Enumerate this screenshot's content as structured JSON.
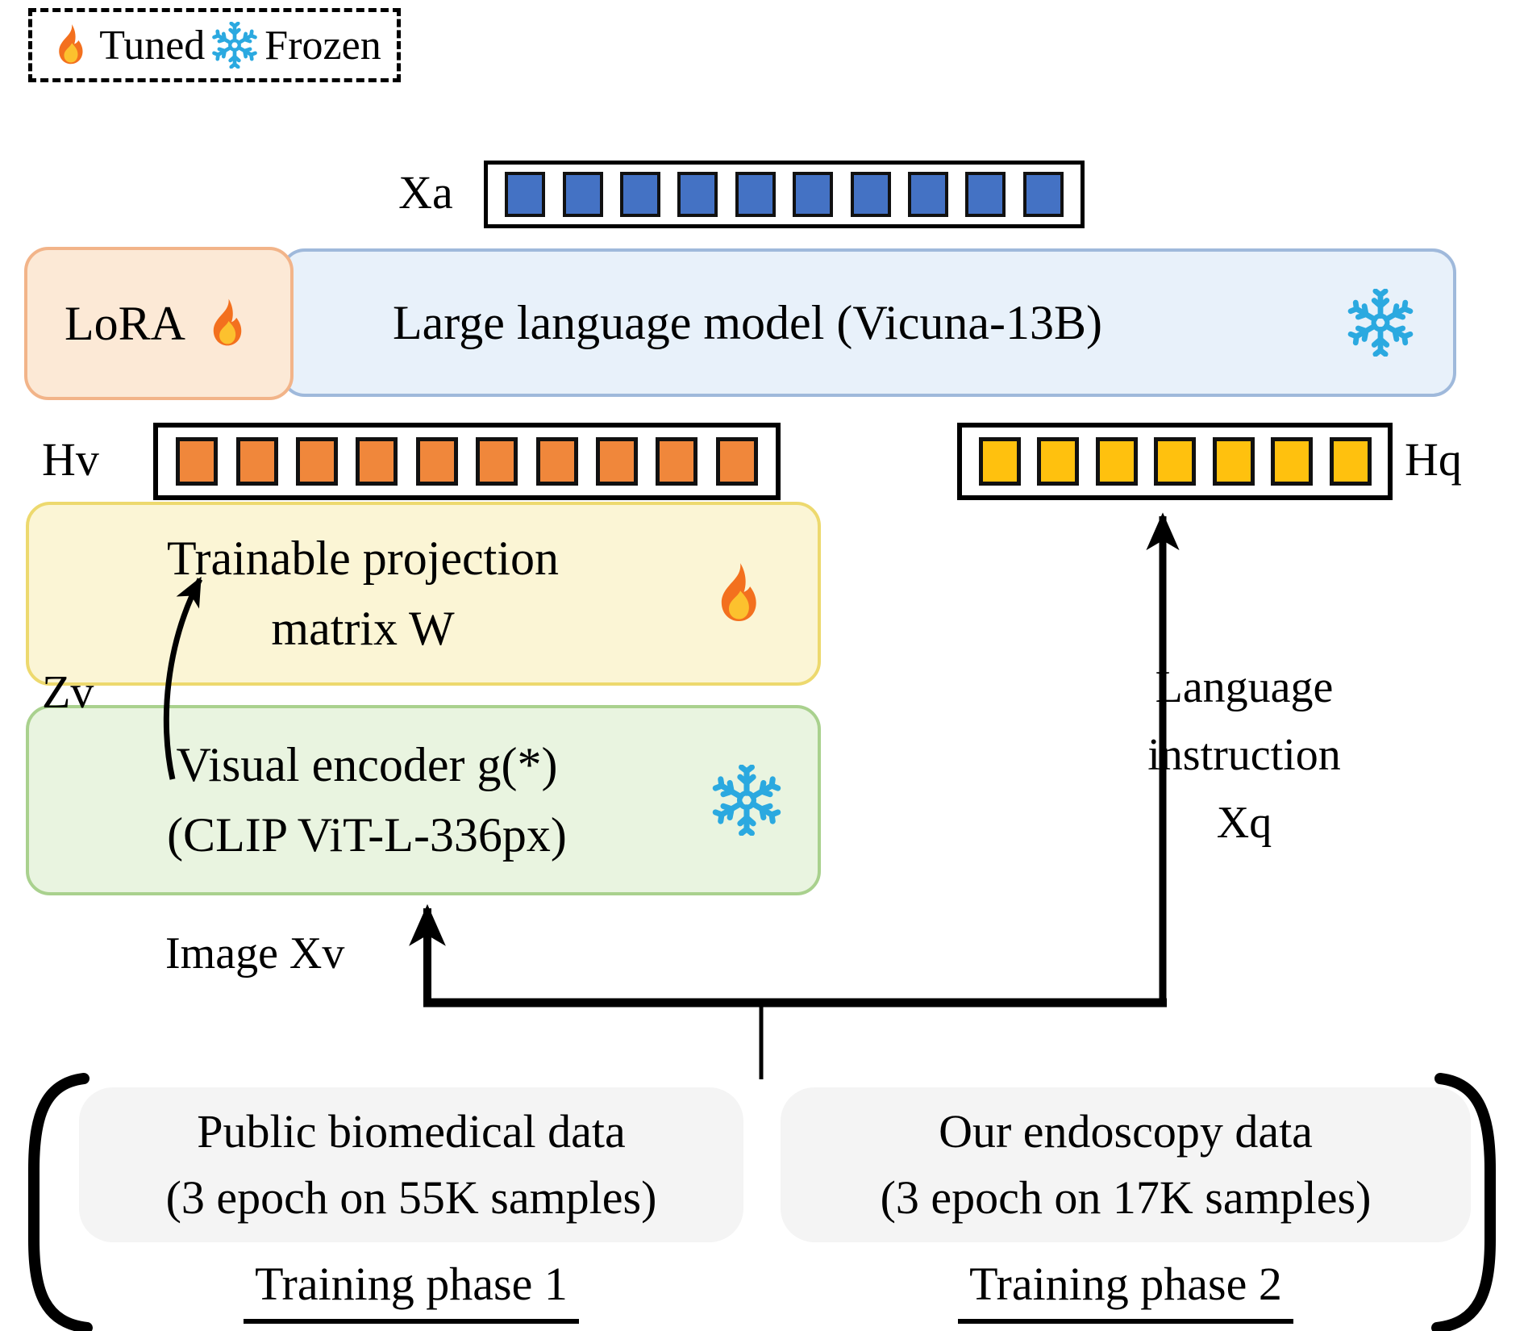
{
  "legend": {
    "tuned_label": "Tuned",
    "frozen_label": "Frozen"
  },
  "labels": {
    "xa": "Xa",
    "hv": "Hv",
    "hq": "Hq",
    "zv": "Zv",
    "image_input": "Image Xv",
    "language_instruction": "Language instruction Xq"
  },
  "blocks": {
    "lora": {
      "label": "LoRA"
    },
    "llm": {
      "label": "Large language model (Vicuna-13B)"
    },
    "projection": {
      "line1": "Trainable projection",
      "line2": "matrix W"
    },
    "encoder": {
      "line1": "Visual encoder g(*)",
      "line2": "(CLIP ViT-L-336px)"
    }
  },
  "tokens": {
    "xa": {
      "count": 10,
      "color": "#4472C4"
    },
    "hv": {
      "count": 10,
      "color": "#F0873B"
    },
    "hq": {
      "count": 7,
      "color": "#FFC10E"
    }
  },
  "datasets": {
    "phase1": {
      "line1": "Public biomedical data",
      "line2": "(3 epoch on 55K samples)",
      "caption": "Training phase 1"
    },
    "phase2": {
      "line1": "Our endoscopy data",
      "line2": "(3 epoch on 17K samples)",
      "caption": "Training phase 2"
    }
  },
  "colors": {
    "flame_outer": "#F3701E",
    "flame_inner": "#FCC12E",
    "snowflake": "#2BA9E0",
    "token_blue": "#4472C4",
    "token_orange": "#F0873B",
    "token_yellow": "#FFC10E",
    "lora_fill": "#FCE9D6",
    "lora_border": "#F2B489",
    "llm_fill": "#E8F1FA",
    "llm_border": "#9FB9DB",
    "projection_fill": "#FBF5D5",
    "projection_border": "#EDD96E",
    "encoder_fill": "#E9F4E0",
    "encoder_border": "#A9D18E",
    "dataset_fill": "#F4F4F4"
  }
}
